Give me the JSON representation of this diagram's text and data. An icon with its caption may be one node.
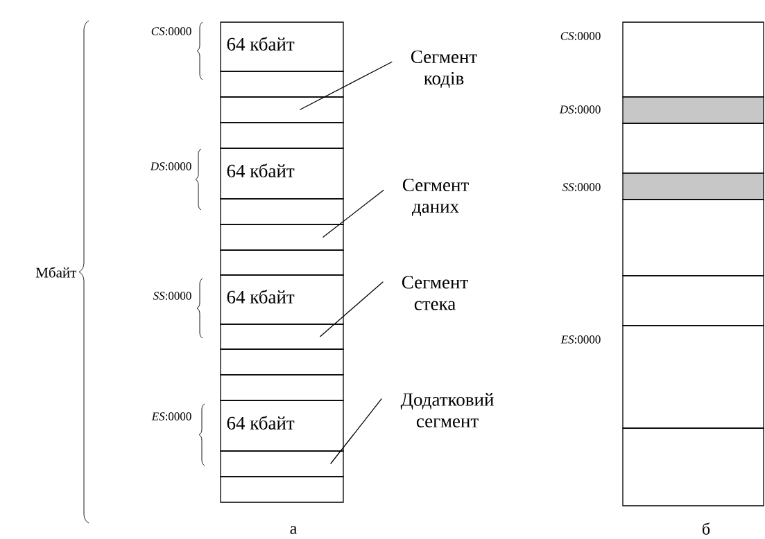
{
  "diagram": {
    "nodes": [
      {
        "text": [
          "64 кбайт"
        ]
      },
      {
        "text": [],
        "shape": "box"
      },
      {
        "text": [],
        "shape": "box"
      },
      {
        "text": [],
        "shape": "box"
      },
      {
        "text": [
          "64 кбайт"
        ]
      },
      {
        "text": [],
        "shape": "box"
      },
      {
        "text": [],
        "shape": "box"
      },
      {
        "text": [],
        "shape": "box"
      },
      {
        "text": [
          "64 кбайт"
        ]
      },
      {
        "text": [],
        "shape": "box"
      },
      {
        "text": [],
        "shape": "box"
      },
      {
        "text": [],
        "shape": "box"
      },
      {
        "text": [
          "64 кбайт"
        ]
      },
      {
        "text": [],
        "shape": "box"
      },
      {
        "text": [],
        "shape": "box"
      },
      {
        "text": [
          "Сегмент кодів"
        ]
      },
      {
        "text": [
          "Сегмент даних"
        ]
      },
      {
        "text": [
          "Сегмент стека"
        ]
      },
      {
        "text": [
          "Додатковий сегмент"
        ]
      },
      {
        "text": [],
        "shape": "box"
      },
      {
        "text": [],
        "shape": "band"
      },
      {
        "text": [],
        "shape": "box"
      },
      {
        "text": [],
        "shape": "band"
      },
      {
        "text": [],
        "shape": "box"
      },
      {
        "text": [],
        "shape": "box"
      },
      {
        "text": [],
        "shape": "box"
      },
      {
        "text": [],
        "shape": "box"
      }
    ],
    "edges": [
      {
        "from": 15,
        "to": 2,
        "arrow": "none"
      },
      {
        "from": 16,
        "to": 6,
        "arrow": "none"
      },
      {
        "from": 17,
        "to": 9,
        "arrow": "none"
      },
      {
        "from": 18,
        "to": 13,
        "arrow": "none"
      }
    ],
    "labels": [
      "*CS*:0000",
      "*DS*:0000",
      "*SS*:0000",
      "*ES*:0000",
      "Мбайт",
      "*CS*:0000",
      "*DS*:0000",
      "*SS*:0000",
      "*ES*:0000",
      "а",
      "б"
    ]
  }
}
